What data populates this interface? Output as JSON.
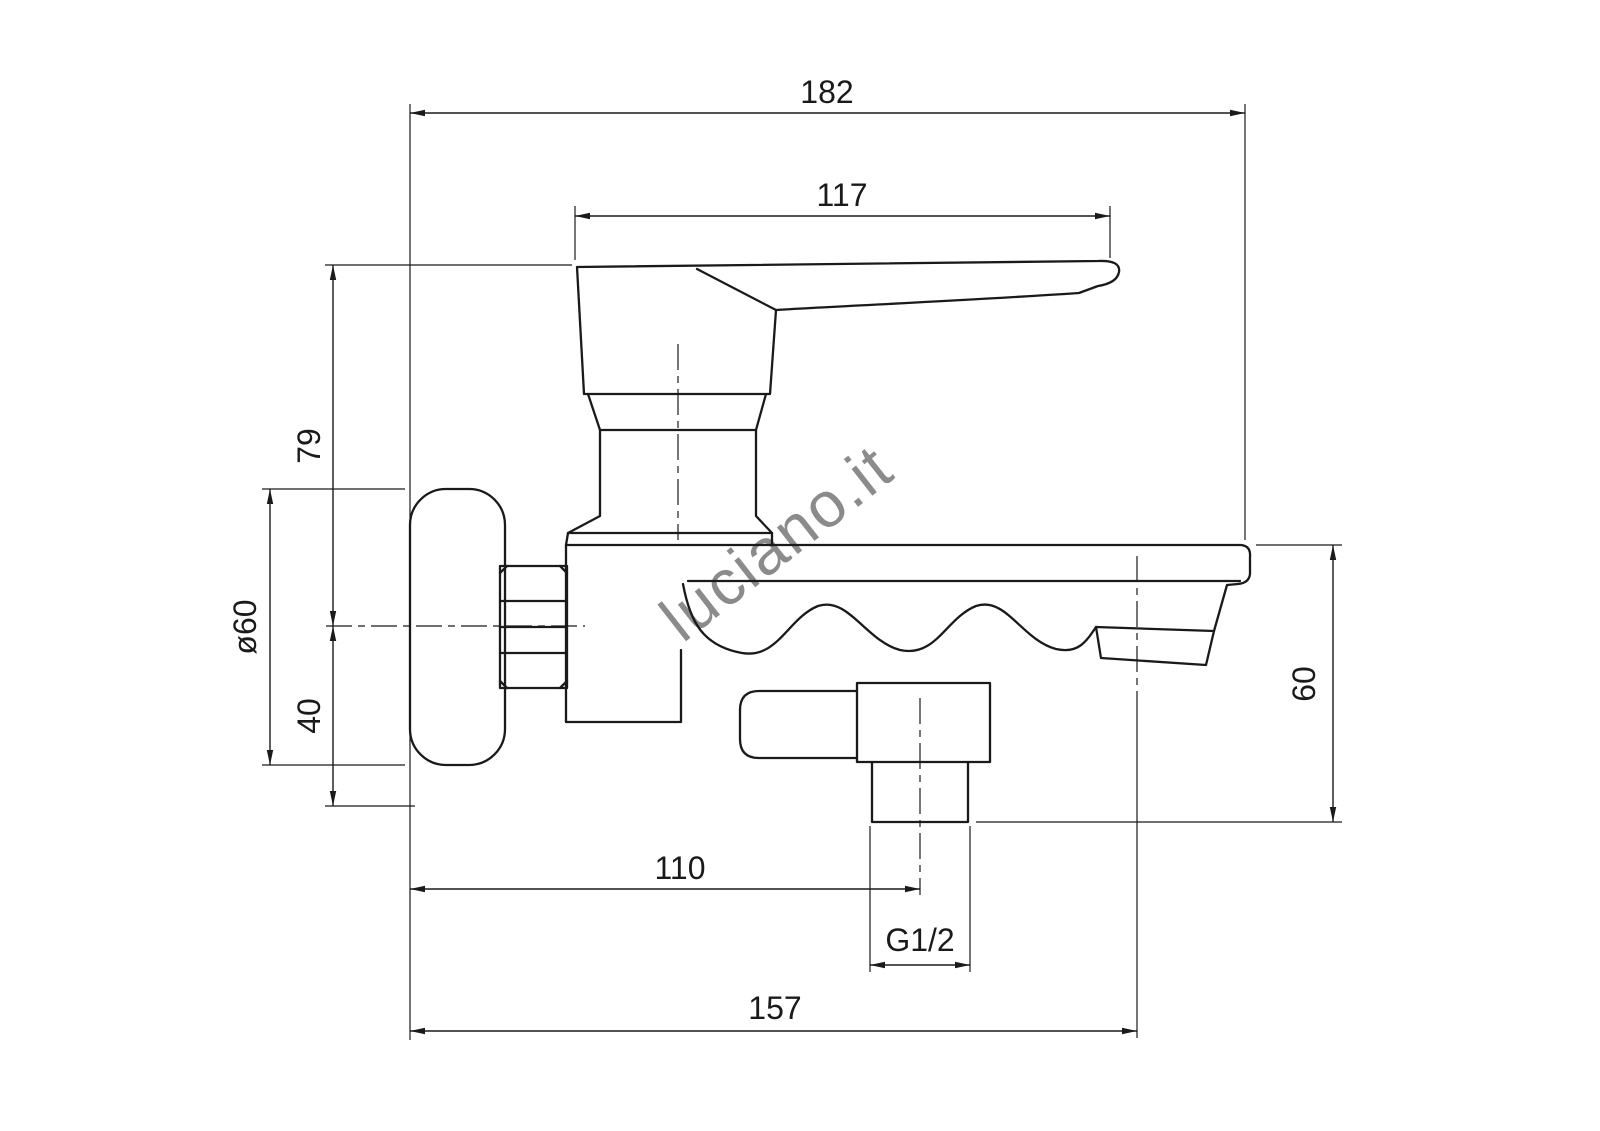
{
  "page": {
    "background": "#ffffff"
  },
  "drawing": {
    "watermark": "luciano.it",
    "line_color": "#1a1a1a",
    "watermark_color": "#9a9a9a",
    "dimensions": {
      "total_width": "182",
      "handle_length": "117",
      "height_above_axis": "79",
      "flange_diameter": "ø60",
      "height_below_axis": "40",
      "outlet_offset": "110",
      "outlet_thread": "G1/2",
      "spout_reach": "157",
      "right_height": "60"
    }
  }
}
